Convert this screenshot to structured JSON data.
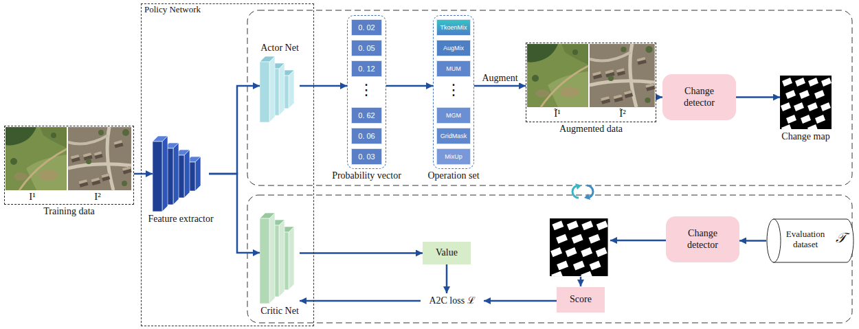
{
  "diagram": {
    "nodes": [
      {
        "text": [
          "I¹",
          "I²",
          "Training data"
        ]
      },
      {
        "text": [
          "Policy Network"
        ]
      },
      {
        "text": [
          "Feature extractor"
        ],
        "in": 1
      },
      {
        "text": [
          "Actor Net"
        ],
        "in": 1
      },
      {
        "text": [
          "Critic Net"
        ],
        "in": 1
      },
      {
        "text": [
          "Probability vector"
        ]
      },
      {
        "text": [
          "0. 02"
        ],
        "in": 5
      },
      {
        "text": [
          "0. 05"
        ],
        "in": 5
      },
      {
        "text": [
          "0. 12"
        ],
        "in": 5
      },
      {
        "text": [
          "0. 62"
        ],
        "in": 5
      },
      {
        "text": [
          "0. 06"
        ],
        "in": 5
      },
      {
        "text": [
          "0. 03"
        ],
        "in": 5
      },
      {
        "text": [
          "Operation set"
        ]
      },
      {
        "text": [
          "TkoenMix"
        ],
        "in": 12
      },
      {
        "text": [
          "AugMix"
        ],
        "in": 12
      },
      {
        "text": [
          "MUM"
        ],
        "in": 12
      },
      {
        "text": [
          "MGM"
        ],
        "in": 12
      },
      {
        "text": [
          "GridMask"
        ],
        "in": 12
      },
      {
        "text": [
          "MixUp"
        ],
        "in": 12
      },
      {
        "text": [
          "Ĩ¹",
          "Ĩ²",
          "Augmented data"
        ]
      },
      {
        "text": [
          "Change detector"
        ]
      },
      {
        "text": [
          "Change map"
        ]
      },
      {
        "text": [
          "Value"
        ]
      },
      {
        "text": [
          "A2C loss ℒ"
        ]
      },
      {
        "text": [
          "Score"
        ]
      },
      {
        "text": [
          "Change detector"
        ]
      },
      {
        "text": [
          "Evaluation dataset",
          "𝒯"
        ]
      }
    ],
    "edges": [
      {
        "from": 0,
        "to": 2,
        "arrow": "to"
      },
      {
        "from": 2,
        "to": 3,
        "arrow": "to"
      },
      {
        "from": 2,
        "to": 4,
        "arrow": "to"
      },
      {
        "from": 3,
        "to": 5,
        "arrow": "to"
      },
      {
        "from": 5,
        "to": 12,
        "arrow": "to"
      },
      {
        "from": 12,
        "to": 19,
        "label": "Augment",
        "arrow": "to"
      },
      {
        "from": 19,
        "to": 20,
        "arrow": "to"
      },
      {
        "from": 20,
        "to": 21,
        "arrow": "to"
      },
      {
        "from": 4,
        "to": 22,
        "arrow": "to"
      },
      {
        "from": 22,
        "to": 23,
        "arrow": "to"
      },
      {
        "from": 24,
        "to": 23,
        "arrow": "to"
      },
      {
        "from": 23,
        "to": 4,
        "arrow": "to"
      },
      {
        "from": 26,
        "to": 25,
        "arrow": "to"
      }
    ],
    "labels": [
      "⋮",
      "⋮"
    ]
  }
}
